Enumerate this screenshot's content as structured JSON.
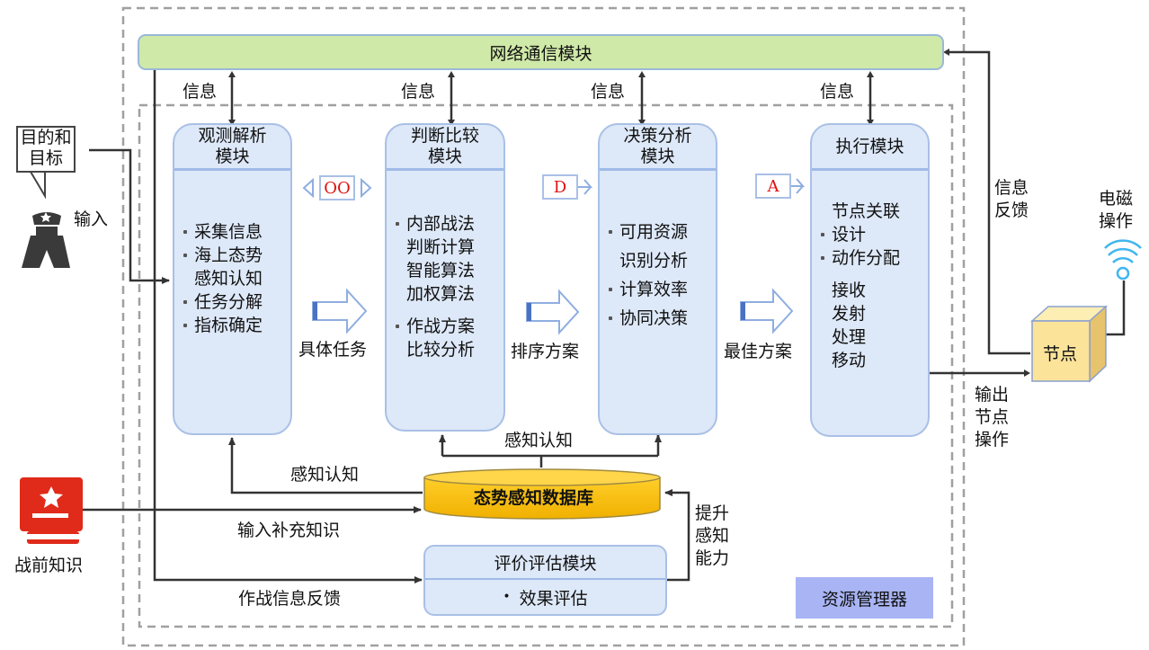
{
  "network_module": {
    "label": "网络通信模块"
  },
  "info_labels": [
    "信息",
    "信息",
    "信息",
    "信息"
  ],
  "goal_bubble": {
    "line1": "目的和",
    "line2": "目标"
  },
  "input_label": "输入",
  "modules": [
    {
      "title": "观测解析模块",
      "items": [
        {
          "text": "采集信息",
          "bullet": true
        },
        {
          "text": "海上态势",
          "bullet": true
        },
        {
          "text": "感知认知",
          "bullet": false
        },
        {
          "text": "任务分解",
          "bullet": true
        },
        {
          "text": "指标确定",
          "bullet": true
        }
      ]
    },
    {
      "title": "判断比较模块",
      "items": [
        {
          "text": "内部战法",
          "bullet": true
        },
        {
          "text": "判断计算",
          "bullet": false
        },
        {
          "text": "智能算法",
          "bullet": false
        },
        {
          "text": "加权算法",
          "bullet": false
        },
        {
          "text": "作战方案",
          "bullet": true
        },
        {
          "text": "比较分析",
          "bullet": false
        }
      ]
    },
    {
      "title": "决策分析模块",
      "items": [
        {
          "text": "可用资源",
          "bullet": true
        },
        {
          "text": "识别分析",
          "bullet": false
        },
        {
          "text": "计算效率",
          "bullet": true
        },
        {
          "text": "协同决策",
          "bullet": true
        }
      ]
    },
    {
      "title": "执行模块",
      "items": [
        {
          "text": "节点关联",
          "bullet": false
        },
        {
          "text": "设计",
          "bullet": true
        },
        {
          "text": "动作分配",
          "bullet": true
        },
        {
          "text": "接收",
          "bullet": false
        },
        {
          "text": "发射",
          "bullet": false
        },
        {
          "text": "处理",
          "bullet": false
        },
        {
          "text": "移动",
          "bullet": false
        }
      ]
    }
  ],
  "ooda_tags": [
    "OO",
    "D",
    "A"
  ],
  "flow_labels": [
    "具体任务",
    "排序方案",
    "最佳方案"
  ],
  "info_feedback": "信息反馈",
  "em_operation": "电磁操作",
  "node_label": "节点",
  "output_node_op": "输出节点操作",
  "perception_labels": {
    "left": "感知认知",
    "top": "感知认知"
  },
  "database": {
    "label": "态势感知数据库"
  },
  "prewar_knowledge": "战前知识",
  "supplement_input": "输入补充知识",
  "combat_feedback": "作战信息反馈",
  "improve_perception": "提升感知能力",
  "eval_module": {
    "title": "评价评估模块",
    "item": "效果评估"
  },
  "resource_manager": "资源管理器",
  "colors": {
    "network_bar": "#cfe9a8",
    "module_fill": "#dde8f8",
    "database": "#f5b800",
    "resource_manager": "#a8b4f4",
    "node_cube": "#fbe39a",
    "prewar_book": "#e02a1a",
    "wifi": "#3fb6f0",
    "tag_text": "#e01010"
  }
}
